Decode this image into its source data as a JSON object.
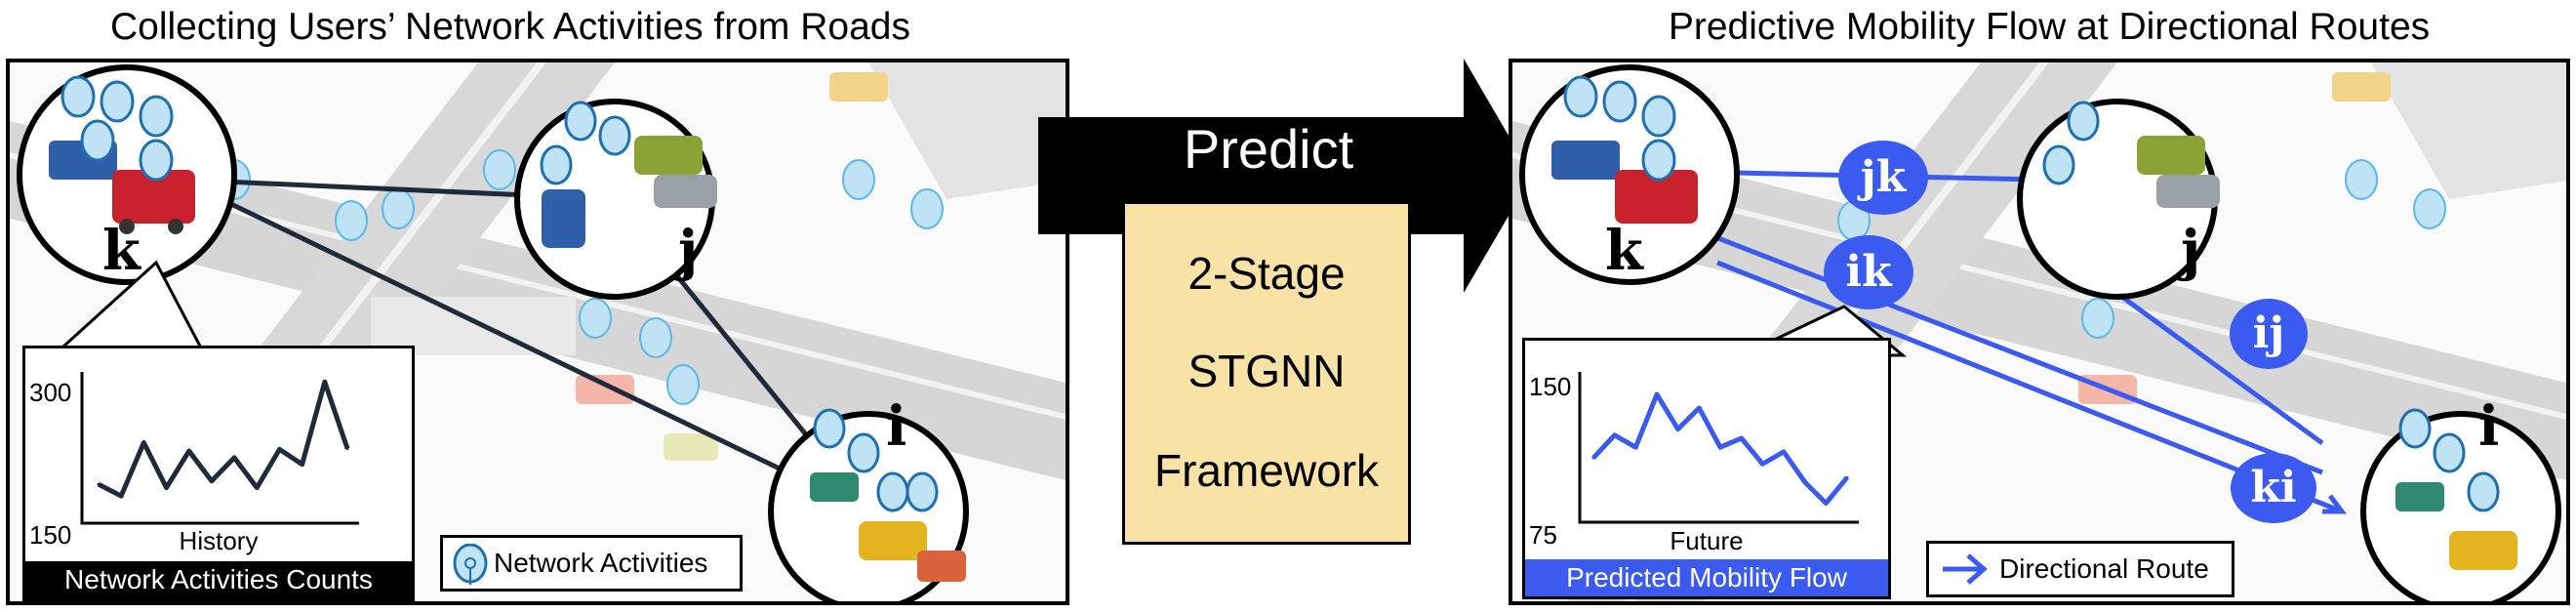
{
  "left": {
    "title": "Collecting Users’ Network Activities from Roads",
    "nodes": {
      "k": "k",
      "j": "j",
      "i": "i"
    },
    "inset": {
      "xlabel": "History",
      "ytick_top": "300",
      "ytick_bottom": "150",
      "caption": "Network Activities Counts"
    },
    "legend_label": "Network Activities",
    "legend_icon": "network-activity-icon"
  },
  "middle": {
    "arrow_label": "Predict",
    "framework_lines": [
      "2-Stage",
      "STGNN",
      "Framework"
    ]
  },
  "right": {
    "title": "Predictive Mobility Flow at Directional Routes",
    "nodes": {
      "k": "k",
      "j": "j",
      "i": "i"
    },
    "route_labels": {
      "jk": "jk",
      "ik": "ik",
      "ij": "ij",
      "ki": "ki"
    },
    "inset": {
      "xlabel": "Future",
      "ytick_top": "150",
      "ytick_bottom": "75",
      "caption": "Predicted Mobility Flow"
    },
    "legend_label": "Directional Route"
  },
  "colors": {
    "route_blue": "#3b5bf0",
    "caption_black": "#000000",
    "caption_blue": "#3b5bf0",
    "framework_fill": "#f9e2a6",
    "road_gray": "#d6d6d6",
    "icon_blue": "#5bb8e8"
  },
  "chart_data": [
    {
      "type": "line",
      "xlabel": "History",
      "ylim": [
        140,
        310
      ],
      "yticks": [
        150,
        300
      ],
      "values": [
        182,
        168,
        232,
        178,
        222,
        186,
        214,
        178,
        224,
        206,
        305,
        225
      ],
      "color": "#1f2a3a"
    },
    {
      "type": "line",
      "xlabel": "Future",
      "ylim": [
        65,
        158
      ],
      "yticks": [
        75,
        150
      ],
      "values": [
        105,
        120,
        112,
        147,
        124,
        138,
        112,
        118,
        101,
        109,
        89,
        75,
        92
      ],
      "color": "#3b5bf0"
    }
  ]
}
